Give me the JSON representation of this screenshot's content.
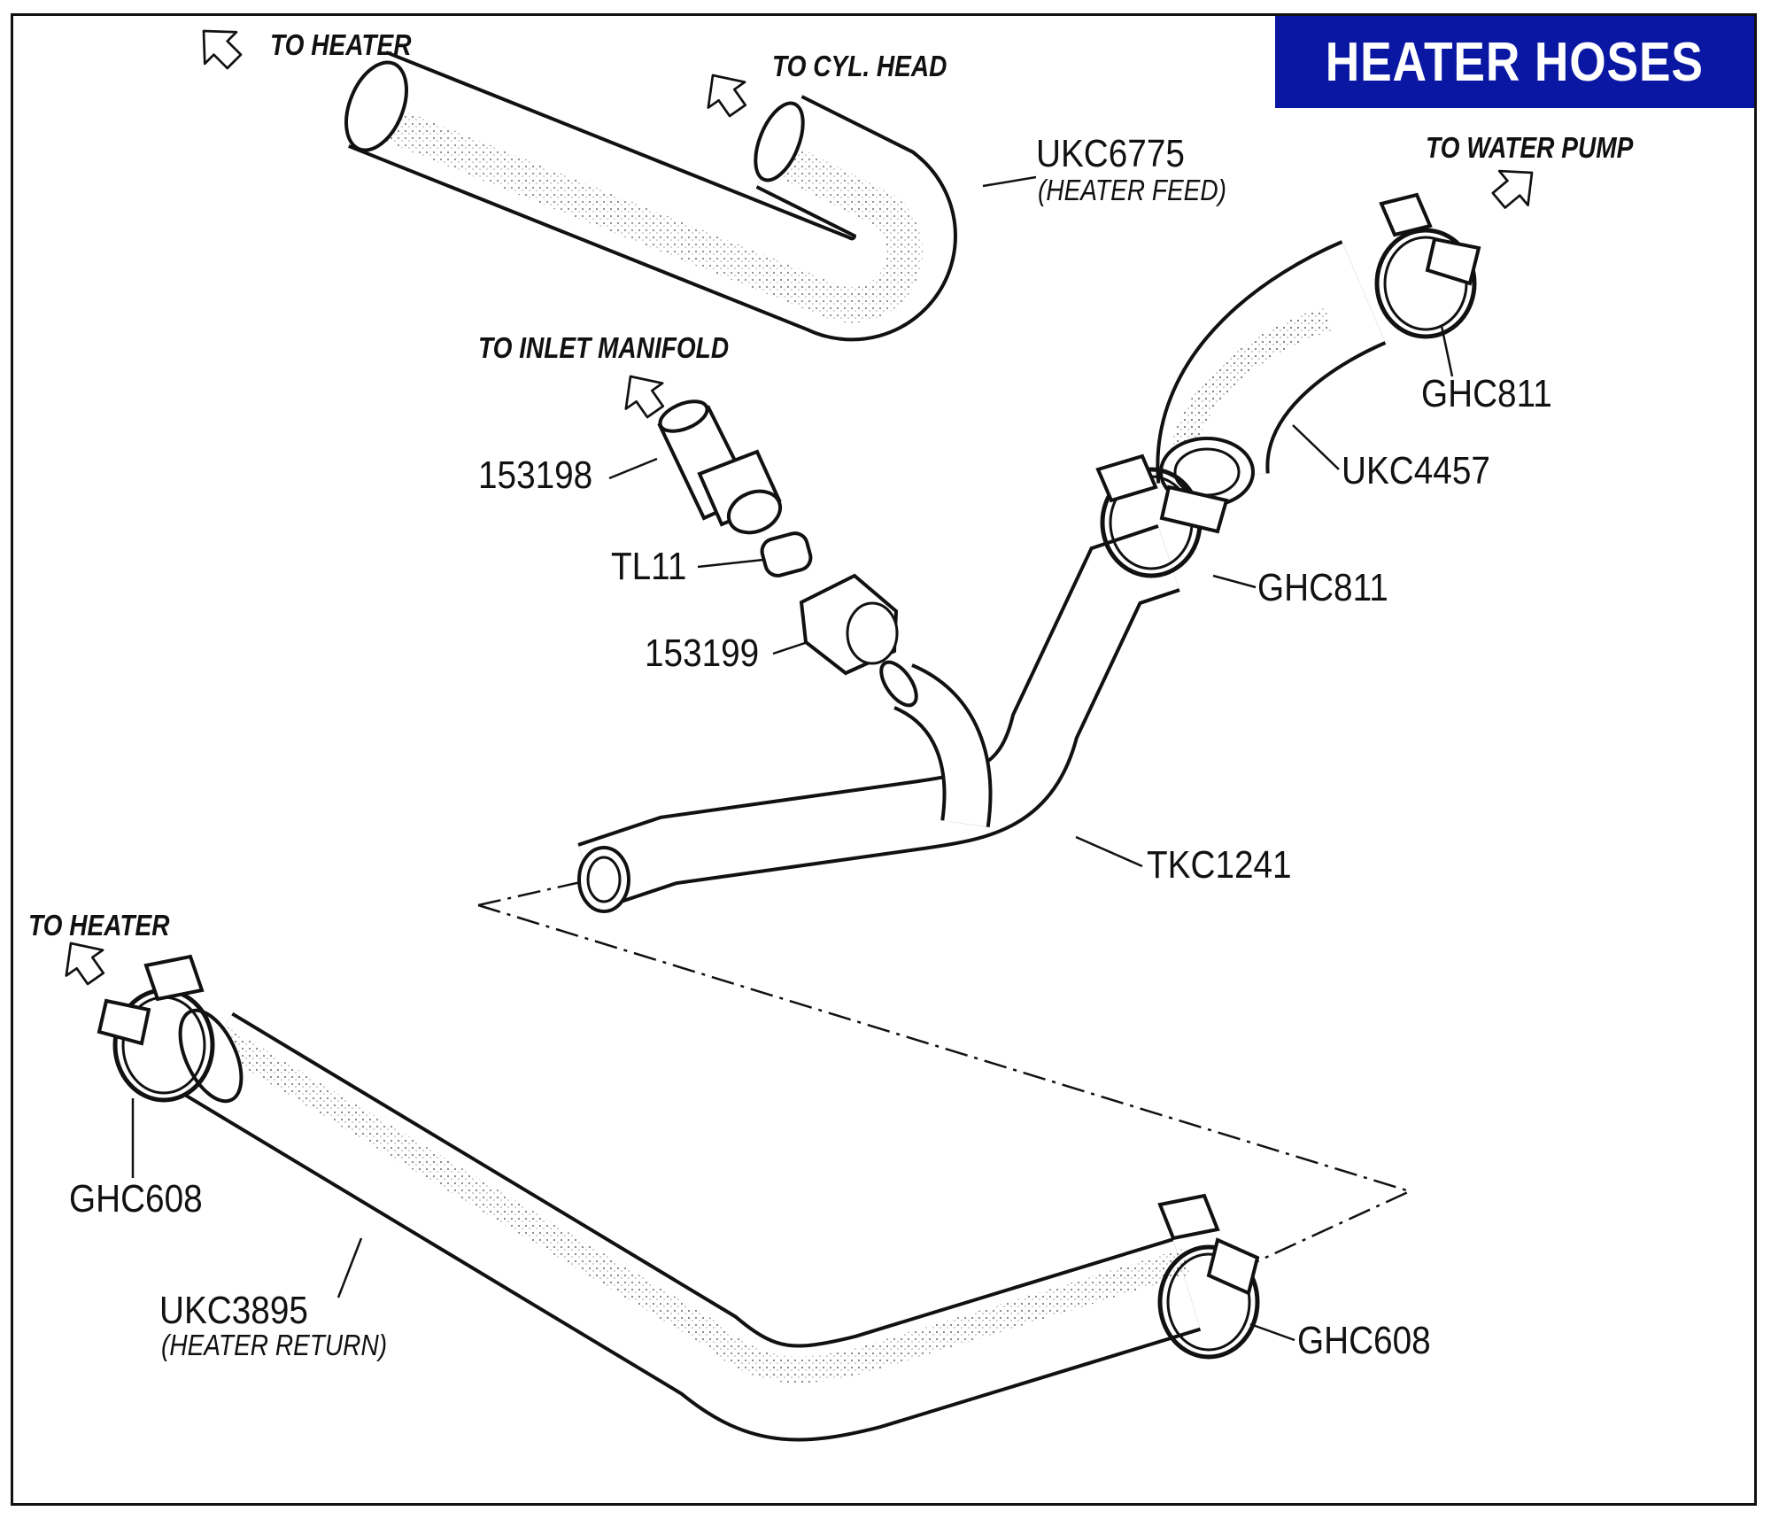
{
  "title": "HEATER HOSES",
  "directions": {
    "to_heater_top": "TO HEATER",
    "to_cyl_head": "TO CYL. HEAD",
    "to_water_pump": "TO WATER PUMP",
    "to_inlet_manifold": "TO INLET MANIFOLD",
    "to_heater_bottom": "TO HEATER"
  },
  "parts": {
    "ukc6775": {
      "code": "UKC6775",
      "note": "(HEATER FEED)"
    },
    "ghc811_top": {
      "code": "GHC811"
    },
    "ukc4457": {
      "code": "UKC4457"
    },
    "ghc811_mid": {
      "code": "GHC811"
    },
    "p153198": {
      "code": "153198"
    },
    "tl11": {
      "code": "TL11"
    },
    "p153199": {
      "code": "153199"
    },
    "tkc1241": {
      "code": "TKC1241"
    },
    "ghc608_left": {
      "code": "GHC608"
    },
    "ukc3895": {
      "code": "UKC3895",
      "note": "(HEATER RETURN)"
    },
    "ghc608_right": {
      "code": "GHC608"
    }
  },
  "colors": {
    "title_bg": "#0a17a3",
    "title_text": "#ffffff",
    "ink": "#111111"
  },
  "icons": [
    "direction-arrow-icon",
    "hose-clip-icon"
  ]
}
